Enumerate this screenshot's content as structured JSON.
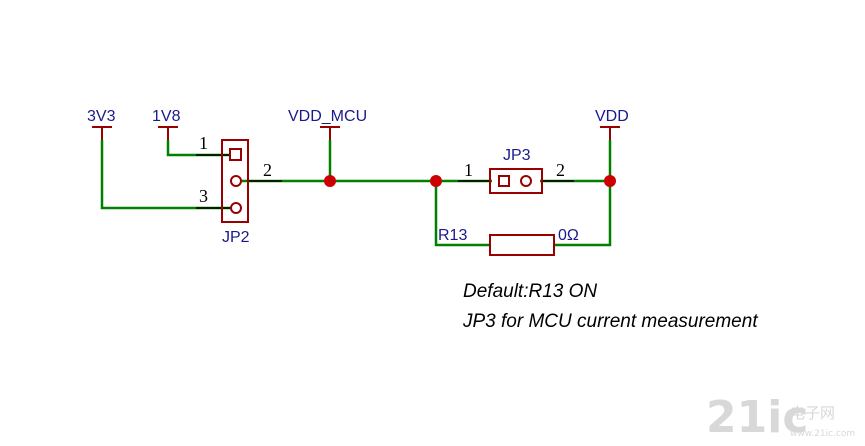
{
  "colors": {
    "wire": "#008000",
    "component": "#990000",
    "junction": "#cc0000",
    "label": "#1a1a8c",
    "watermark": "#d8d8d8"
  },
  "power_ports": {
    "v3v3": "3V3",
    "v1v8": "1V8",
    "vdd_mcu": "VDD_MCU",
    "vdd": "VDD"
  },
  "jp2": {
    "ref": "JP2",
    "pin1": "1",
    "pin2": "2",
    "pin3": "3"
  },
  "jp3": {
    "ref": "JP3",
    "pin1": "1",
    "pin2": "2"
  },
  "r13": {
    "ref": "R13",
    "value": "0Ω"
  },
  "notes": {
    "line1": "Default:R13 ON",
    "line2": "JP3 for MCU current measurement"
  },
  "watermark": {
    "main": "21ic",
    "sub": "电子网",
    "url": "www.21ic.com"
  }
}
